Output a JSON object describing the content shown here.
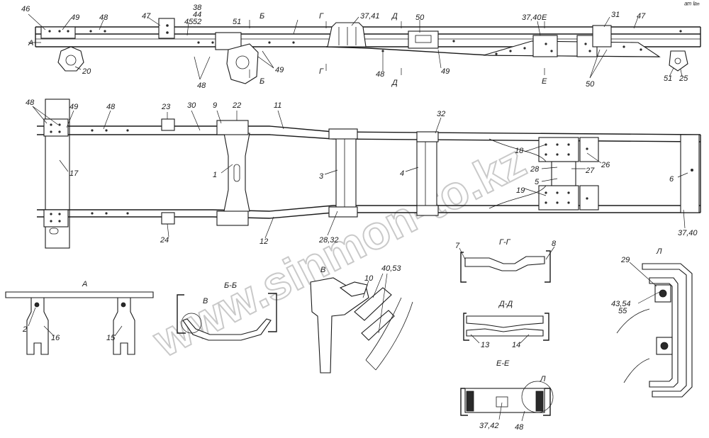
{
  "watermark": "www.sinmon-to.kz",
  "corner_mark": "ᵃᵐ ˡᵃⁿ",
  "views": {
    "side": {
      "labels": [
        "46",
        "49",
        "48",
        "47",
        "38",
        "44",
        "52",
        "45",
        "51",
        "Б",
        "Г",
        "37,41",
        "Д",
        "50",
        "37,40",
        "Е",
        "31",
        "47",
        "А",
        "20",
        "48",
        "49",
        "Б",
        "Г",
        "48",
        "Д",
        "49",
        "Е",
        "50",
        "51",
        "25"
      ]
    },
    "top": {
      "labels": [
        "48",
        "49",
        "48",
        "23",
        "30",
        "9",
        "22",
        "11",
        "32",
        "18",
        "26",
        "28",
        "27",
        "5",
        "19",
        "6",
        "17",
        "1",
        "24",
        "12",
        "28,32",
        "3",
        "4",
        "37,40"
      ]
    },
    "details": {
      "A": {
        "title": "А",
        "labels": [
          "2",
          "16",
          "15"
        ]
      },
      "BB": {
        "title": "Б-Б",
        "labels": [
          "В"
        ]
      },
      "V": {
        "title": "В",
        "labels": [
          "40,53",
          "10"
        ]
      },
      "GG": {
        "title": "Г-Г",
        "labels": [
          "7",
          "8"
        ]
      },
      "DD": {
        "title": "Д-Д",
        "labels": [
          "13",
          "14"
        ]
      },
      "EE": {
        "title": "Е-Е",
        "labels": [
          "Л",
          "37,42",
          "48"
        ]
      },
      "L": {
        "title": "Л",
        "labels": [
          "29",
          "43,54",
          "55"
        ]
      }
    }
  }
}
